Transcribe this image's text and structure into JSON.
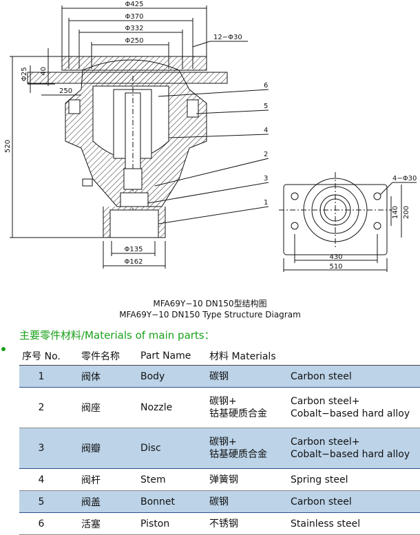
{
  "drawing": {
    "dims": {
      "d425": "Φ425",
      "d370": "Φ370",
      "d332": "Φ332",
      "d250": "Φ250",
      "bolt_top": "12−Φ30",
      "h40": "40",
      "d25": "Φ25",
      "l250": "250",
      "h520": "520",
      "d135": "Φ135",
      "d162": "Φ162",
      "bolt_base": "4−Φ30",
      "w140": "140",
      "w200": "200",
      "w430": "430",
      "w510": "510"
    },
    "callouts": [
      "1",
      "2",
      "3",
      "4",
      "5",
      "6"
    ]
  },
  "caption": {
    "line1": "MFA69Y−10 DN150型结构图",
    "line2": "MFA69Y−10 DN150 Type Structure Diagram"
  },
  "heading": "主要零件材料/Materials of main parts：",
  "table": {
    "headers": [
      "序号 No.",
      "零件名称",
      "Part Name",
      "材料 Materials"
    ],
    "rows": [
      {
        "no": "1",
        "cn": "阀体",
        "en": "Body",
        "mat_cn": [
          "碳钢"
        ],
        "mat_en": [
          "Carbon steel"
        ],
        "highlight": true
      },
      {
        "no": "2",
        "cn": "阀座",
        "en": "Nozzle",
        "mat_cn": [
          "碳钢+",
          "钴基硬质合金"
        ],
        "mat_en": [
          "Carbon steel+",
          "Cobalt−based hard alloy"
        ],
        "highlight": false
      },
      {
        "no": "3",
        "cn": "阀瓣",
        "en": "Disc",
        "mat_cn": [
          "碳钢+",
          "钴基硬质合金"
        ],
        "mat_en": [
          "Carbon steel+",
          "Cobalt−based hard alloy"
        ],
        "highlight": true
      },
      {
        "no": "4",
        "cn": "阀杆",
        "en": "Stem",
        "mat_cn": [
          "弹簧钢"
        ],
        "mat_en": [
          "Spring steel"
        ],
        "highlight": false
      },
      {
        "no": "5",
        "cn": "阀盖",
        "en": "Bonnet",
        "mat_cn": [
          "碳钢"
        ],
        "mat_en": [
          "Carbon steel"
        ],
        "highlight": true
      },
      {
        "no": "6",
        "cn": "活塞",
        "en": "Piston",
        "mat_cn": [
          "不锈钢"
        ],
        "mat_en": [
          "Stainless steel"
        ],
        "highlight": false
      }
    ]
  },
  "colors": {
    "accent": "#1aa01a",
    "highlight": "#bcd3e8",
    "highlight_border": "#2a4f8a"
  }
}
